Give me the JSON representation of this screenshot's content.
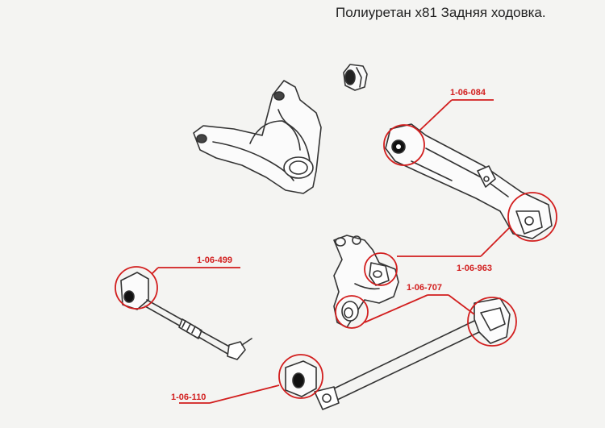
{
  "diagram": {
    "title": "Полиуретан х81 Задняя ходовка.",
    "part_labels": {
      "p084": "1-06-084",
      "p499": "1-06-499",
      "p963": "1-06-963",
      "p707": "1-06-707",
      "p110": "1-06-110"
    },
    "colors": {
      "callout": "#d21e1e",
      "line": "#333333",
      "background": "#f4f4f2"
    }
  }
}
